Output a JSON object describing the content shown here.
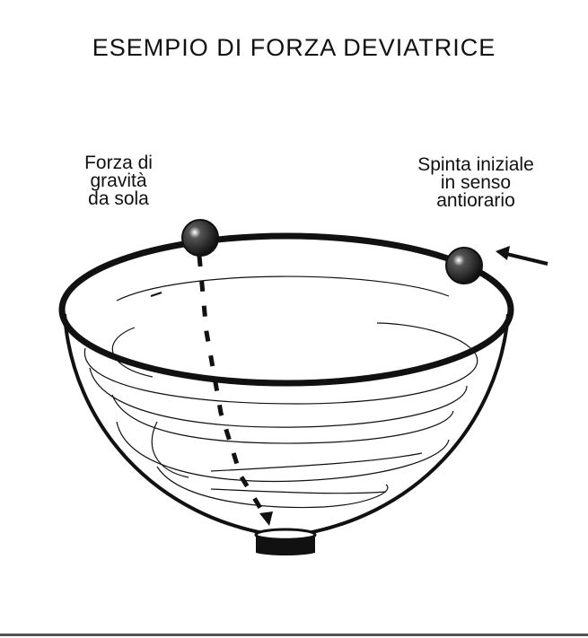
{
  "title": "ESEMPIO DI FORZA DEVIATRICE",
  "labels": {
    "gravity": [
      "Forza di",
      "gravità",
      "da sola"
    ],
    "push": [
      "Spinta iniziale",
      "in senso",
      "antiorario"
    ]
  },
  "colors": {
    "ink": "#111111",
    "ball": "#1c1c1c",
    "highlight": "#ffffff"
  }
}
